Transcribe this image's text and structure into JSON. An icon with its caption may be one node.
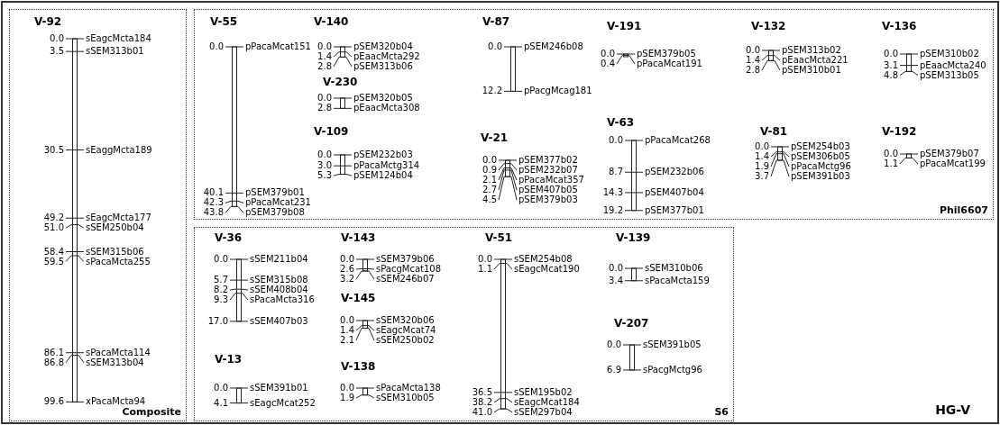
{
  "diagram": {
    "nodes": [
      {
        "text": [
          "HG-V"
        ]
      },
      {
        "text": [
          "Composite"
        ],
        "in": 0
      },
      {
        "text": [
          "V-92",
          "0.0",
          "sEagcMcta184",
          "3.5",
          "sSEM313b01",
          "30.5",
          "sEaggMcta189",
          "49.2",
          "sEagcMcta177",
          "51.0",
          "sSEM250b04",
          "58.4",
          "sSEM315b06",
          "59.5",
          "sPacaMcta255",
          "86.1",
          "sPacaMcta114",
          "86.8",
          "sSEM313b04",
          "99.6",
          "xPacaMcta94"
        ],
        "in": 1
      },
      {
        "text": [
          "Phil6607"
        ],
        "in": 0
      },
      {
        "text": [
          "V-55",
          "0.0",
          "pPacaMcat151",
          "40.1",
          "pSEM379b01",
          "42.3",
          "pPacaMcat231",
          "43.8",
          "pSEM379b08"
        ],
        "in": 3
      },
      {
        "text": [
          "V-140",
          "0.0",
          "pSEM320b04",
          "1.4",
          "pEaacMcta292",
          "2.8",
          "pSEM313b06"
        ],
        "in": 3
      },
      {
        "text": [
          "V-87",
          "0.0",
          "pSEM246b08",
          "12.2",
          "pPacgMcag181"
        ],
        "in": 3
      },
      {
        "text": [
          "V-191",
          "0.0",
          "pSEM379b05",
          "0.4",
          "pPacaMcat191"
        ],
        "in": 3
      },
      {
        "text": [
          "V-132",
          "0.0",
          "pSEM313b02",
          "1.4",
          "pEaacMcta221",
          "2.8",
          "pSEM310b01"
        ],
        "in": 3
      },
      {
        "text": [
          "V-136",
          "0.0",
          "pSEM310b02",
          "3.1",
          "pEaacMcta240",
          "4.8",
          "pSEM313b05"
        ],
        "in": 3
      },
      {
        "text": [
          "V-230",
          "0.0",
          "pSEM320b05",
          "2.8",
          "pEaacMcta308"
        ],
        "in": 3
      },
      {
        "text": [
          "V-63",
          "0.0",
          "pPacaMcat268",
          "8.7",
          "pSEM232b06",
          "14.3",
          "pSEM407b04",
          "19.2",
          "pSEM377b01"
        ],
        "in": 3
      },
      {
        "text": [
          "V-21",
          "0.0",
          "pSEM377b02",
          "0.9",
          "pSEM232b07",
          "2.1",
          "pPacaMcat357",
          "2.7",
          "pSEM407b05",
          "4.5",
          "pSEM379b03"
        ],
        "in": 3
      },
      {
        "text": [
          "V-81",
          "0.0",
          "pSEM254b03",
          "1.4",
          "pSEM306b05",
          "1.9",
          "pPacaMctg96",
          "3.7",
          "pSEM391b03"
        ],
        "in": 3
      },
      {
        "text": [
          "V-192",
          "0.0",
          "pSEM379b07",
          "1.1",
          "pPacaMcat199"
        ],
        "in": 3
      },
      {
        "text": [
          "V-109",
          "0.0",
          "pSEM232b03",
          "3.0",
          "pPacaMctg314",
          "5.3",
          "pSEM124b04"
        ],
        "in": 3
      },
      {
        "text": [
          "S6"
        ],
        "in": 0
      },
      {
        "text": [
          "V-36",
          "0.0",
          "sSEM211b04",
          "5.7",
          "sSEM315b08",
          "8.2",
          "sSEM408b04",
          "9.3",
          "sPacaMcta316",
          "17.0",
          "sSEM407b03"
        ],
        "in": 16
      },
      {
        "text": [
          "V-143",
          "0.0",
          "sSEM379b06",
          "2.6",
          "sPacgMcat108",
          "3.2",
          "sSEM246b07"
        ],
        "in": 16
      },
      {
        "text": [
          "V-51",
          "0.0",
          "sSEM254b08",
          "1.1",
          "sEagcMcat190",
          "36.5",
          "sSEM195b02",
          "38.2",
          "sEagcMcat184",
          "41.0",
          "sSEM297b04"
        ],
        "in": 16
      },
      {
        "text": [
          "V-139",
          "0.0",
          "sSEM310b06",
          "3.4",
          "sPacaMcta159"
        ],
        "in": 16
      },
      {
        "text": [
          "V-145",
          "0.0",
          "sSEM320b06",
          "1.4",
          "sEagcMcat74",
          "2.1",
          "sSEM250b02"
        ],
        "in": 16
      },
      {
        "text": [
          "V-207",
          "0.0",
          "sSEM391b05",
          "6.9",
          "sPacgMctg96"
        ],
        "in": 16
      },
      {
        "text": [
          "V-13",
          "0.0",
          "sSEM391b01",
          "4.1",
          "sEagcMcat252"
        ],
        "in": 16
      },
      {
        "text": [
          "V-138",
          "0.0",
          "sPacaMcta138",
          "1.9",
          "sSEM310b05"
        ],
        "in": 16
      }
    ]
  }
}
